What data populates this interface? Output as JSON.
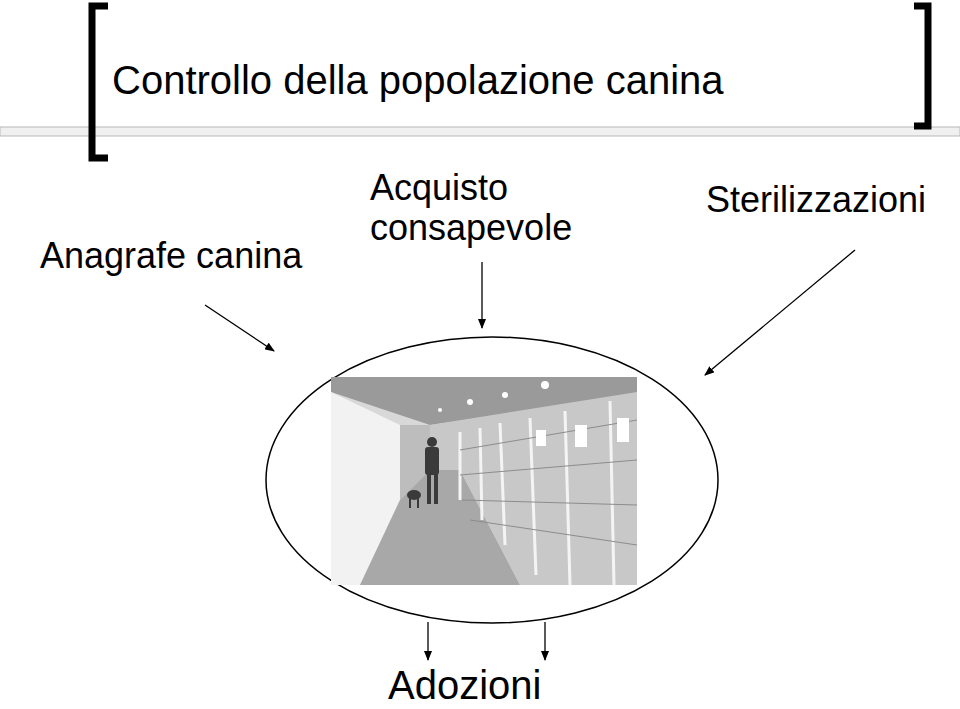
{
  "diagram": {
    "title": "Controllo della popolazione canina",
    "labels": [
      "Anagrafe canina",
      "Acquisto consapevole",
      "Sterilizzazioni",
      "Adozioni"
    ]
  }
}
